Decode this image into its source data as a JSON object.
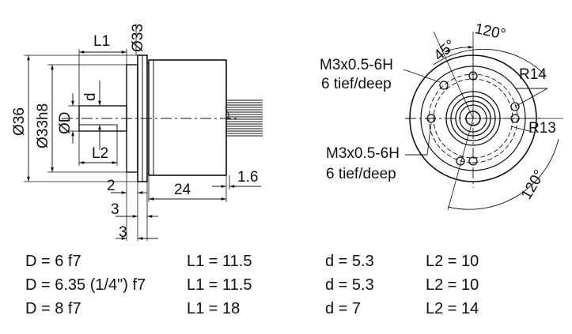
{
  "side_view": {
    "dims": {
      "L1": "L1",
      "dia33": "Ø33",
      "dia36": "Ø36",
      "dia33h8": "Ø33h8",
      "diaD": "ØD",
      "d": "d",
      "L2": "L2",
      "two": "2",
      "three_a": "3",
      "three_b": "3",
      "len24": "24",
      "len1_6": "1.6"
    }
  },
  "front_view": {
    "angle_top": "120°",
    "angle_right": "120°",
    "angle_45": "45°",
    "R14": "R14",
    "R13": "R13",
    "thread_top_1": "M3x0.5-6H",
    "thread_top_2": "6 tief/deep",
    "thread_bottom_1": "M3x0.5-6H",
    "thread_bottom_2": "6 tief/deep"
  },
  "variants": [
    {
      "D": "D = 6 f7",
      "L1": "L1 = 11.5",
      "d": "d = 5.3",
      "L2": "L2 = 10"
    },
    {
      "D": "D = 6.35 (1/4\") f7",
      "L1": "L1 = 11.5",
      "d": "d = 5.3",
      "L2": "L2 = 10"
    },
    {
      "D": "D = 8 f7",
      "L1": "L1 = 18",
      "d": "d = 7",
      "L2": "L2 = 14"
    }
  ]
}
